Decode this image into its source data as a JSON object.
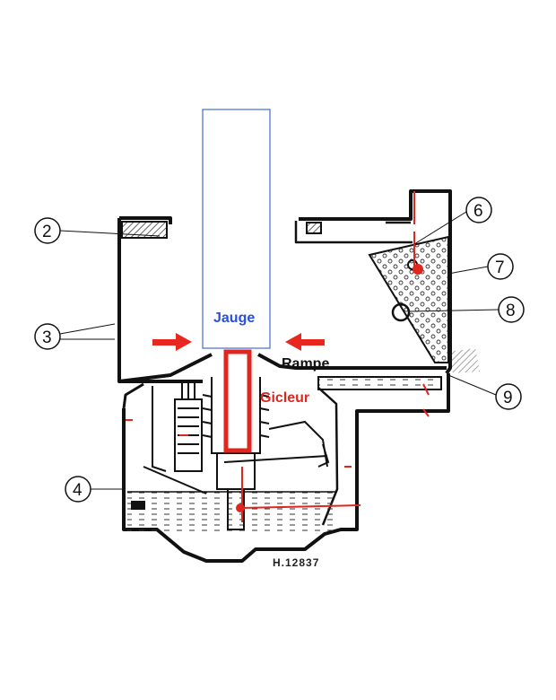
{
  "labels": {
    "jauge": "Jauge",
    "gicleur": "Gicleur",
    "rampe": "Rampe",
    "reference": "H.12837"
  },
  "callouts": [
    "2",
    "3",
    "4",
    "6",
    "7",
    "8",
    "9"
  ],
  "colors": {
    "jauge": "#2a4fd8",
    "gicleur": "#e0261e",
    "arrows": "#e8281e",
    "ink": "#111111"
  }
}
